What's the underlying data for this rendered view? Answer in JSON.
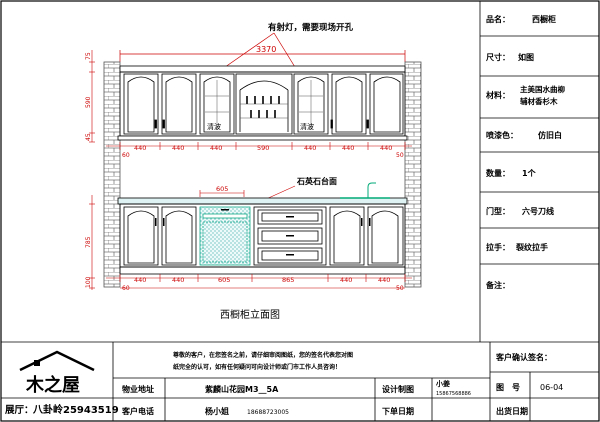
{
  "drawing": {
    "note_light": "有射灯，需要现场开孔",
    "total_width": "3370",
    "wall_dims": [
      "440",
      "440",
      "440",
      "590",
      "440",
      "440",
      "440"
    ],
    "wall_edge_left": "60",
    "wall_edge_right": "50",
    "wall_side_heights": [
      "75",
      "590",
      "45"
    ],
    "base_dims": [
      "440",
      "440",
      "605",
      "865",
      "440",
      "440"
    ],
    "base_edge_left": "60",
    "base_edge_right": "50",
    "base_side_heights": [
      "785",
      "100"
    ],
    "sink_label": "605",
    "stone_top_label": "石英石台面",
    "glass_label_left": "清波",
    "glass_label_right": "清波",
    "caption": "西橱柜立面图"
  },
  "spec": {
    "product_label": "品名：",
    "product_value": "西橱柜",
    "size_label": "尺寸：",
    "size_value": "如图",
    "material_label": "材料：",
    "material_value_1": "主美国水曲柳",
    "material_value_2": "辅材香杉木",
    "paint_label": "喷漆色：",
    "paint_value": "仿旧白",
    "qty_label": "数量：",
    "qty_value": "1个",
    "door_label": "门型：",
    "door_value": "六号刀线",
    "handle_label": "拉手：",
    "handle_value": "裂纹拉手",
    "remark_label": "备注："
  },
  "titleblock": {
    "logo_text": "木之屋",
    "store_label": "展厅：",
    "store_value": "八卦岭25943519",
    "notice_1": "尊敬的客户，在您签名之前，请仔细审阅图纸，您的签名代表您对图",
    "notice_2": "纸完全的认可，如有任何疑问可向设计师或门市工作人员咨询！",
    "address_label": "物业地址",
    "address_value": "紫麟山花园M3__5A",
    "phone_label": "客户电话",
    "phone_value_name": "杨小姐",
    "phone_value_num": "18688723005",
    "designer_label": "设计制图",
    "designer_name": "小姜",
    "designer_phone": "15867568886",
    "order_date_label": "下单日期",
    "confirm_label": "客户确认签名：",
    "figno_label": "图　号",
    "figno_value": "06-04",
    "ship_label": "出货日期"
  }
}
